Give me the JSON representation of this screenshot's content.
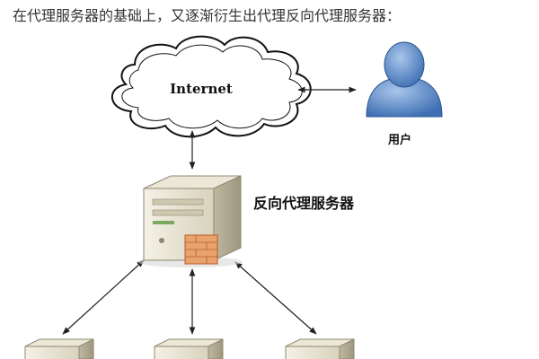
{
  "page": {
    "title": "在代理服务器的基础上，又逐渐衍生出代理反向代理服务器："
  },
  "diagram": {
    "internet_label": "Internet",
    "user_label": "用户",
    "reverse_proxy_label": "反向代理服务器"
  }
}
